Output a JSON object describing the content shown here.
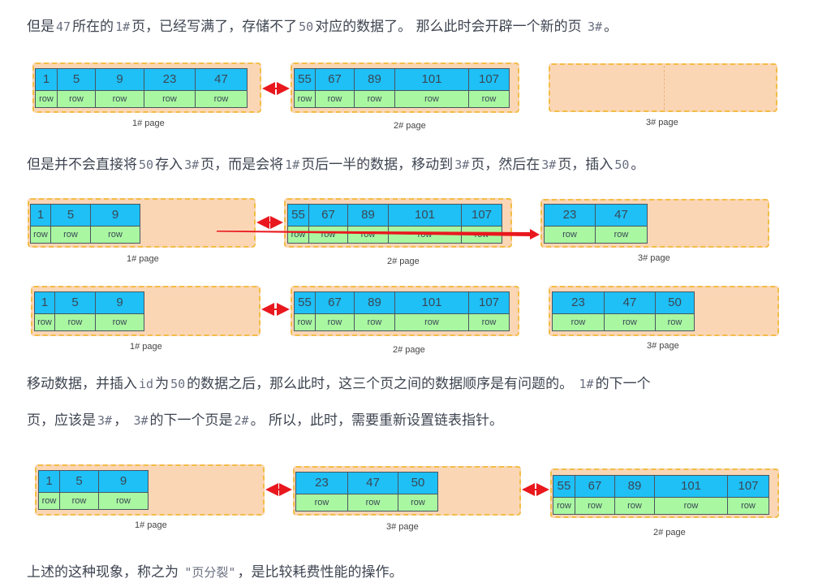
{
  "paragraphs": [
    {
      "parts": [
        "但是",
        "47",
        "所在的",
        "1#",
        "页，已经写满了，存储不了",
        "50",
        "对应的数据了。  那么此时会开辟一个新的页 ",
        "3#",
        "。"
      ]
    },
    {
      "parts": [
        "但是并不会直接将",
        "50",
        "存入",
        "3#",
        "页，而是会将",
        "1#",
        "页后一半的数据，移动到",
        "3#",
        "页，然后在",
        "3#",
        "页，插入",
        "50",
        "。"
      ]
    },
    {
      "parts": [
        "移动数据，并插入",
        "id",
        "为",
        "50",
        "的数据之后，那么此时，这三个页之间的数据顺序是有问题的。  ",
        "1#",
        "的下一个"
      ]
    },
    {
      "parts": [
        "页，应该是",
        "3#",
        "，  ",
        "3#",
        "的下一个页是",
        "2#",
        "。  所以，此时，需要重新设置链表指针。"
      ]
    },
    {
      "parts": [
        "上述的这种现象，称之为 ",
        "\"页分裂\"",
        "，是比较耗费性能的操作。"
      ]
    }
  ],
  "row_label": "row",
  "diagrams": [
    {
      "pages": [
        {
          "label": "1# page",
          "keys": [
            "1",
            "5",
            "9",
            "23",
            "47"
          ]
        },
        {
          "label": "2# page",
          "keys": [
            "55",
            "67",
            "89",
            "101",
            "107"
          ]
        },
        {
          "label": "3# page",
          "keys": []
        }
      ]
    },
    {
      "pages": [
        {
          "label": "1# page",
          "keys": [
            "1",
            "5",
            "9"
          ]
        },
        {
          "label": "2# page",
          "keys": [
            "55",
            "67",
            "89",
            "101",
            "107"
          ]
        },
        {
          "label": "3# page",
          "keys": [
            "23",
            "47"
          ]
        }
      ]
    },
    {
      "pages": [
        {
          "label": "1# page",
          "keys": [
            "1",
            "5",
            "9"
          ]
        },
        {
          "label": "2# page",
          "keys": [
            "55",
            "67",
            "89",
            "101",
            "107"
          ]
        },
        {
          "label": "3# page",
          "keys": [
            "23",
            "47",
            "50"
          ]
        }
      ]
    },
    {
      "pages": [
        {
          "label": "1# page",
          "keys": [
            "1",
            "5",
            "9"
          ]
        },
        {
          "label": "3# page",
          "keys": [
            "23",
            "47",
            "50"
          ]
        },
        {
          "label": "2# page",
          "keys": [
            "55",
            "67",
            "89",
            "101",
            "107"
          ]
        }
      ]
    }
  ],
  "colors": {
    "key_cell": "#1ec0f6",
    "row_cell": "#a9f7a1",
    "page_bg": "#fbd6b5",
    "page_border": "#f2bd45",
    "arrow": "#e8181e"
  }
}
